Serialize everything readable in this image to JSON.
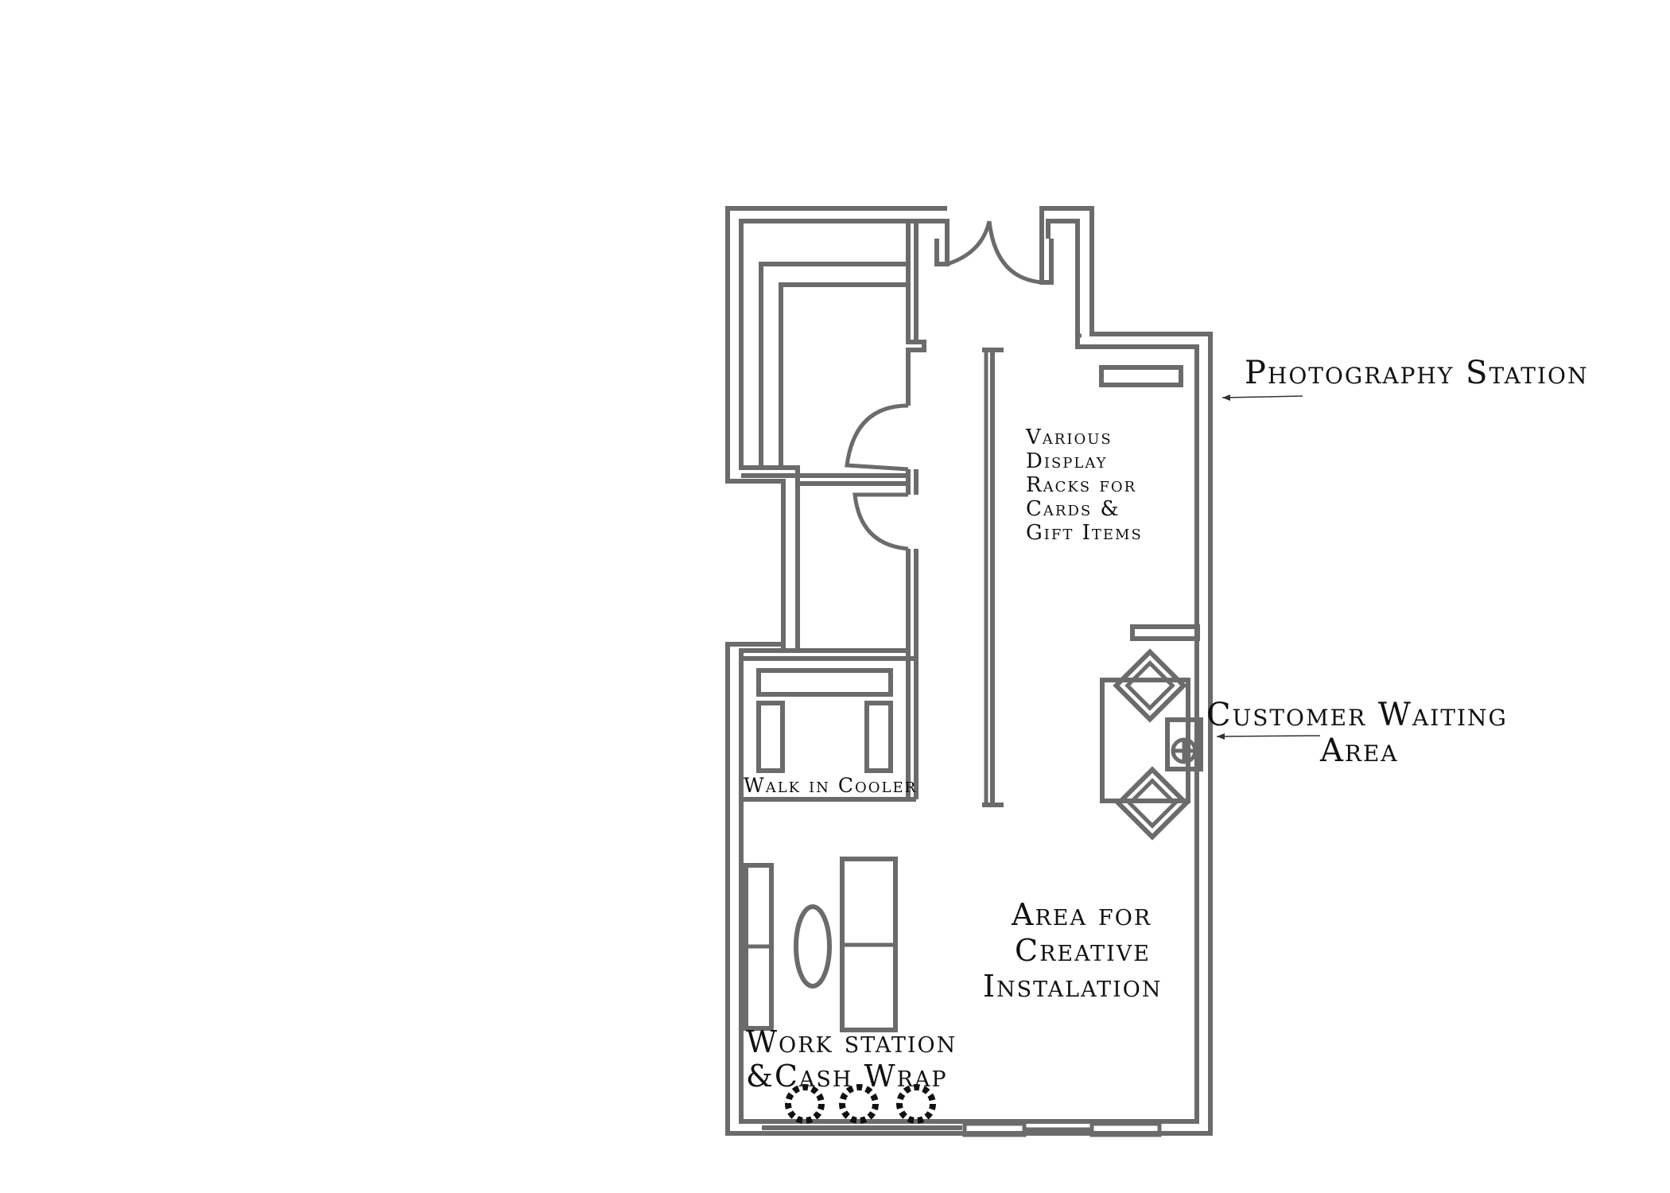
{
  "labels": {
    "photography_station": "Photography Station",
    "display_racks": [
      "Various",
      "Display",
      "Racks for",
      "Cards &",
      "Gift Items"
    ],
    "customer_waiting": [
      "Customer Waiting",
      "Area"
    ],
    "walk_in_cooler": "Walk in Cooler",
    "creative_area": [
      "Area for",
      "Creative",
      "Instalation"
    ],
    "work_station": [
      "Work station",
      "&Cash Wrap"
    ]
  }
}
